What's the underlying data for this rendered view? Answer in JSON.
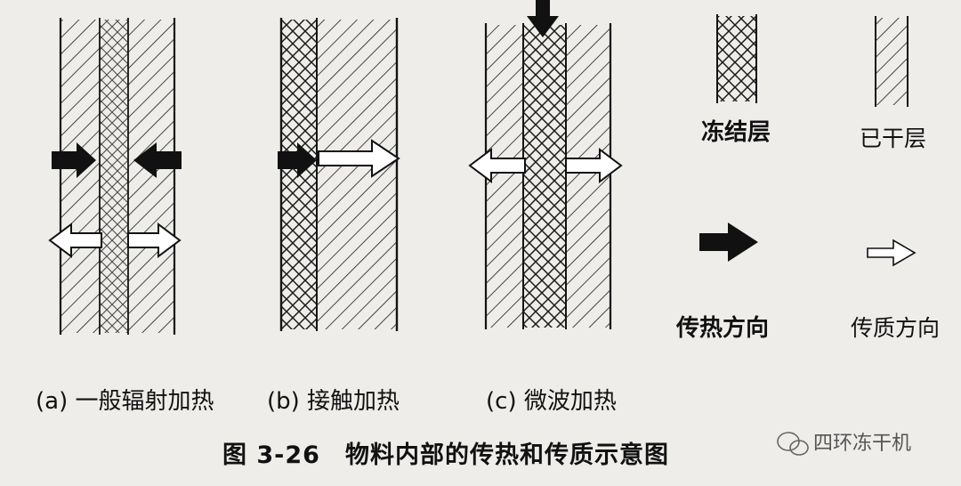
{
  "panels": [
    {
      "caption": "(a) 一般辐射加热"
    },
    {
      "caption": "(b) 接触加热"
    },
    {
      "caption": "(c) 微波加热"
    }
  ],
  "legend": {
    "frozen_layer": "冻结层",
    "dried_layer": "已干层",
    "heat_transfer": "传热方向",
    "mass_transfer": "传质方向"
  },
  "figure_title": "图 3-26　物料内部的传热和传质示意图",
  "watermark": "四环冻干机",
  "colors": {
    "ink": "#141414",
    "paper": "#eeedea"
  }
}
